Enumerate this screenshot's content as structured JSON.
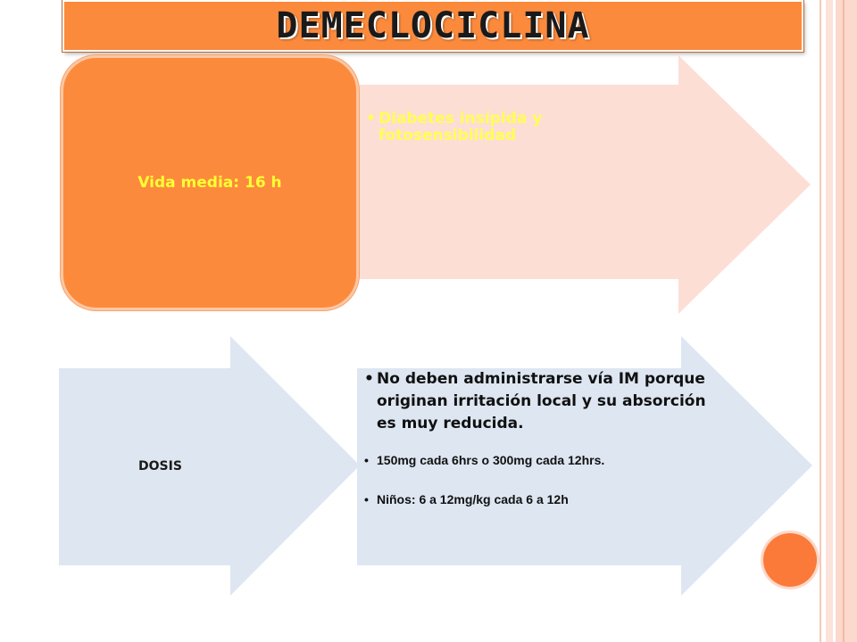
{
  "title": "DEMECLOCICLINA",
  "panel1": {
    "label": "Vida media: 16 h",
    "bullets": [
      "Diabetes insípida y fotosensibilidad"
    ]
  },
  "panel2": {
    "label": "DOSIS",
    "bullets": [
      "No deben administrarse vía IM porque originan irritación local y su absorción es muy reducida.",
      "150mg cada 6hrs o 300mg cada 12hrs.",
      "Niños: 6 a 12mg/kg cada 6 a 12h"
    ]
  },
  "colors": {
    "accent_orange": "#fc8a3d",
    "arrow_peach": "#fdded5",
    "arrow_blue": "#dde6f1",
    "highlight_yellow": "#ffff33"
  }
}
